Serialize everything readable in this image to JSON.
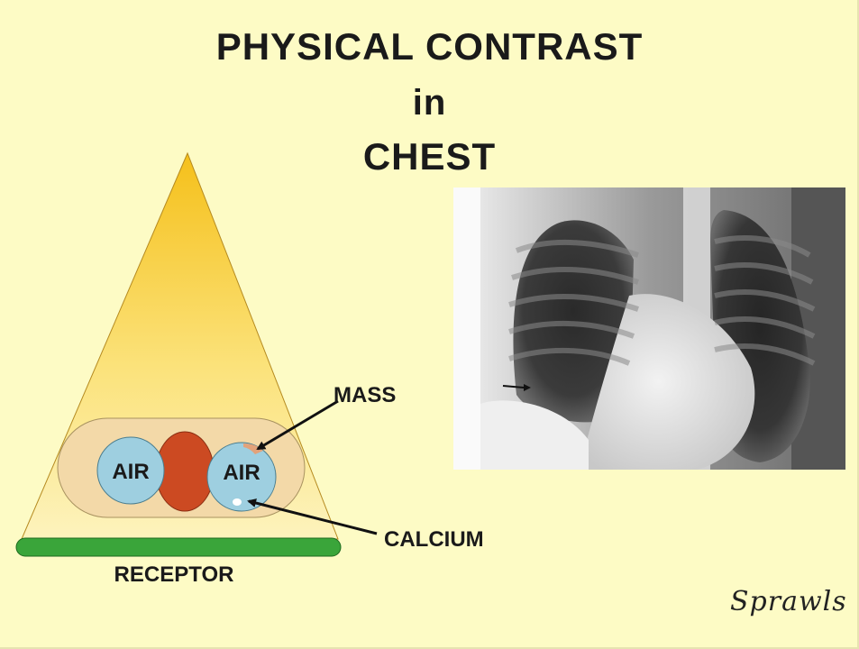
{
  "title": {
    "line1": "PHYSICAL CONTRAST",
    "line2": "in",
    "line3": "CHEST"
  },
  "diagram": {
    "labels": {
      "air_left": "AIR",
      "air_right": "AIR",
      "mass": "MASS",
      "calcium": "CALCIUM",
      "receptor": "RECEPTOR"
    },
    "colors": {
      "beam_top": "#f5c01a",
      "beam_bottom": "#fdf2b8",
      "body": "#f3d9a8",
      "air": "#9ecfe0",
      "mass": "#cc4a22",
      "calcium": "#ffffff",
      "receptor": "#3aa53a"
    }
  },
  "signature": "Sprawls"
}
